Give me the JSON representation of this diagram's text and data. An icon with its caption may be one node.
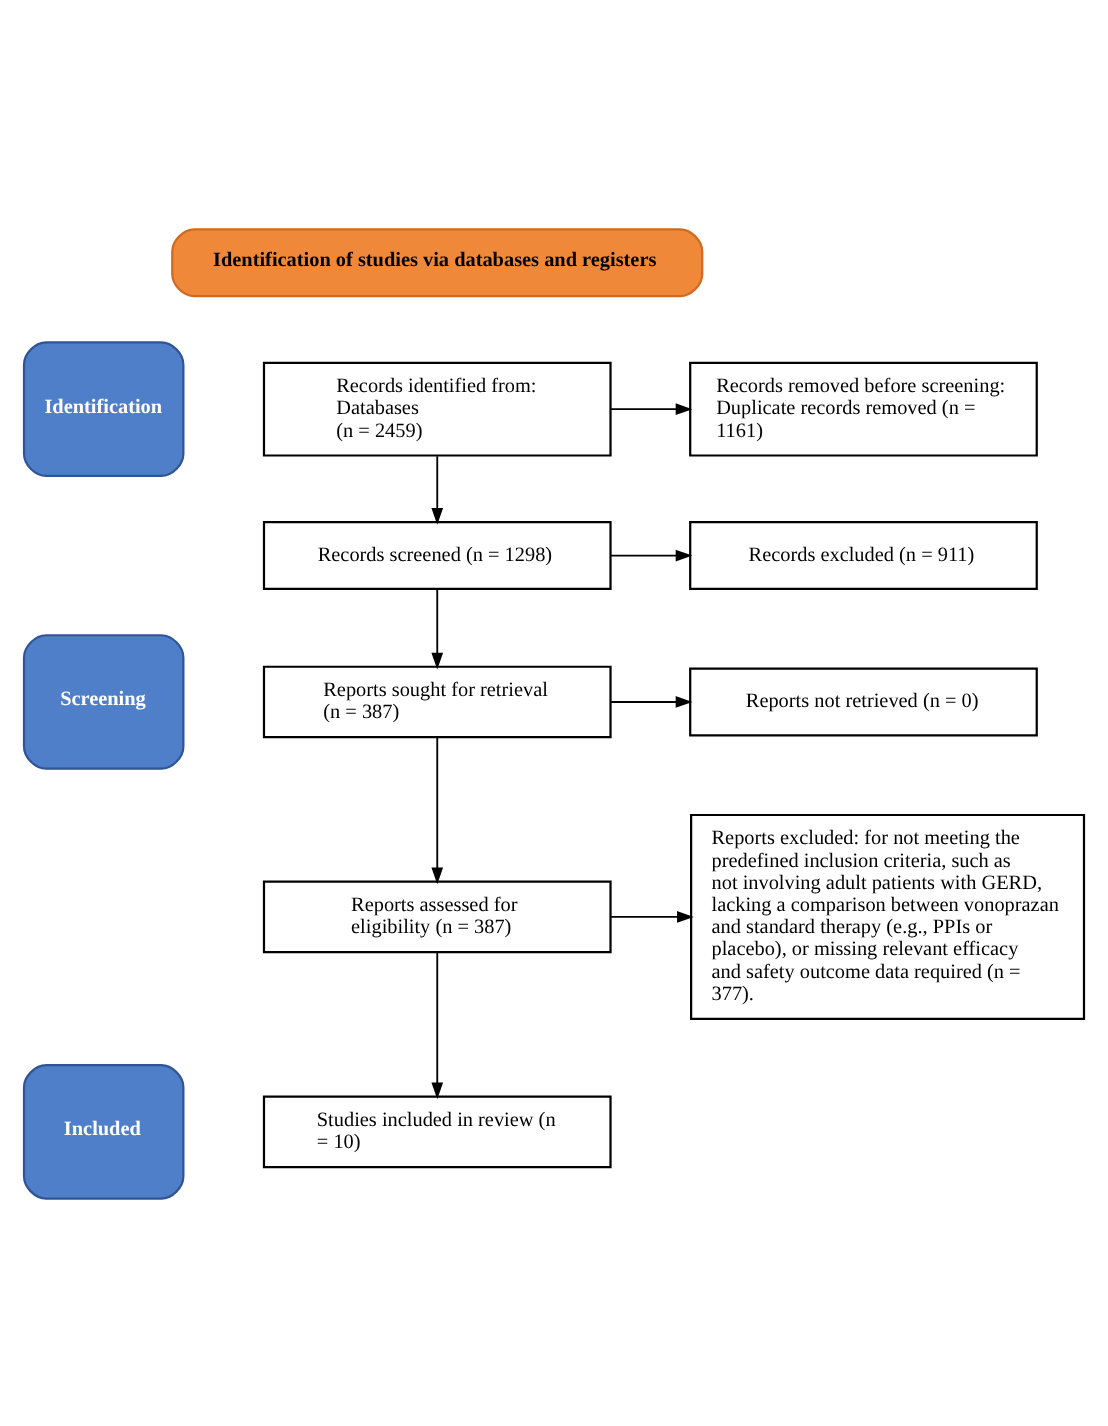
{
  "diagram": {
    "nodes": [
      {
        "text": [
          "Identification of studies via databases and registers"
        ]
      },
      {
        "text": [
          "Identification"
        ]
      },
      {
        "text": [
          "Records identified from:",
          "Databases",
          "(n = 2459)"
        ]
      },
      {
        "text": [
          "Records removed before screening:",
          "Duplicate records removed (n = 1161)"
        ]
      },
      {
        "text": [
          "Screening"
        ]
      },
      {
        "text": [
          "Records screened (n = 1298)"
        ]
      },
      {
        "text": [
          "Records excluded (n = 911)"
        ]
      },
      {
        "text": [
          "Reports sought for retrieval (n = 387)"
        ]
      },
      {
        "text": [
          "Reports not retrieved (n = 0)"
        ]
      },
      {
        "text": [
          "Reports assessed for eligibility (n = 387)"
        ]
      },
      {
        "text": [
          "Reports excluded: for not meeting the predefined inclusion criteria, such as not involving adult patients with GERD, lacking a comparison between vonoprazan and standard therapy (e.g., PPIs or placebo), or missing relevant efficacy and safety outcome data required (n = 377)."
        ]
      },
      {
        "text": [
          "Included"
        ]
      },
      {
        "text": [
          "Studies included in review (n = 10)"
        ]
      }
    ],
    "edges": [
      {
        "from": 2,
        "to": 3,
        "arrow": "to"
      },
      {
        "from": 2,
        "to": 5,
        "arrow": "to"
      },
      {
        "from": 5,
        "to": 6,
        "arrow": "to"
      },
      {
        "from": 5,
        "to": 7,
        "arrow": "to"
      },
      {
        "from": 7,
        "to": 8,
        "arrow": "to"
      },
      {
        "from": 7,
        "to": 9,
        "arrow": "to"
      },
      {
        "from": 9,
        "to": 10,
        "arrow": "to"
      },
      {
        "from": 9,
        "to": 12,
        "arrow": "to"
      }
    ]
  }
}
